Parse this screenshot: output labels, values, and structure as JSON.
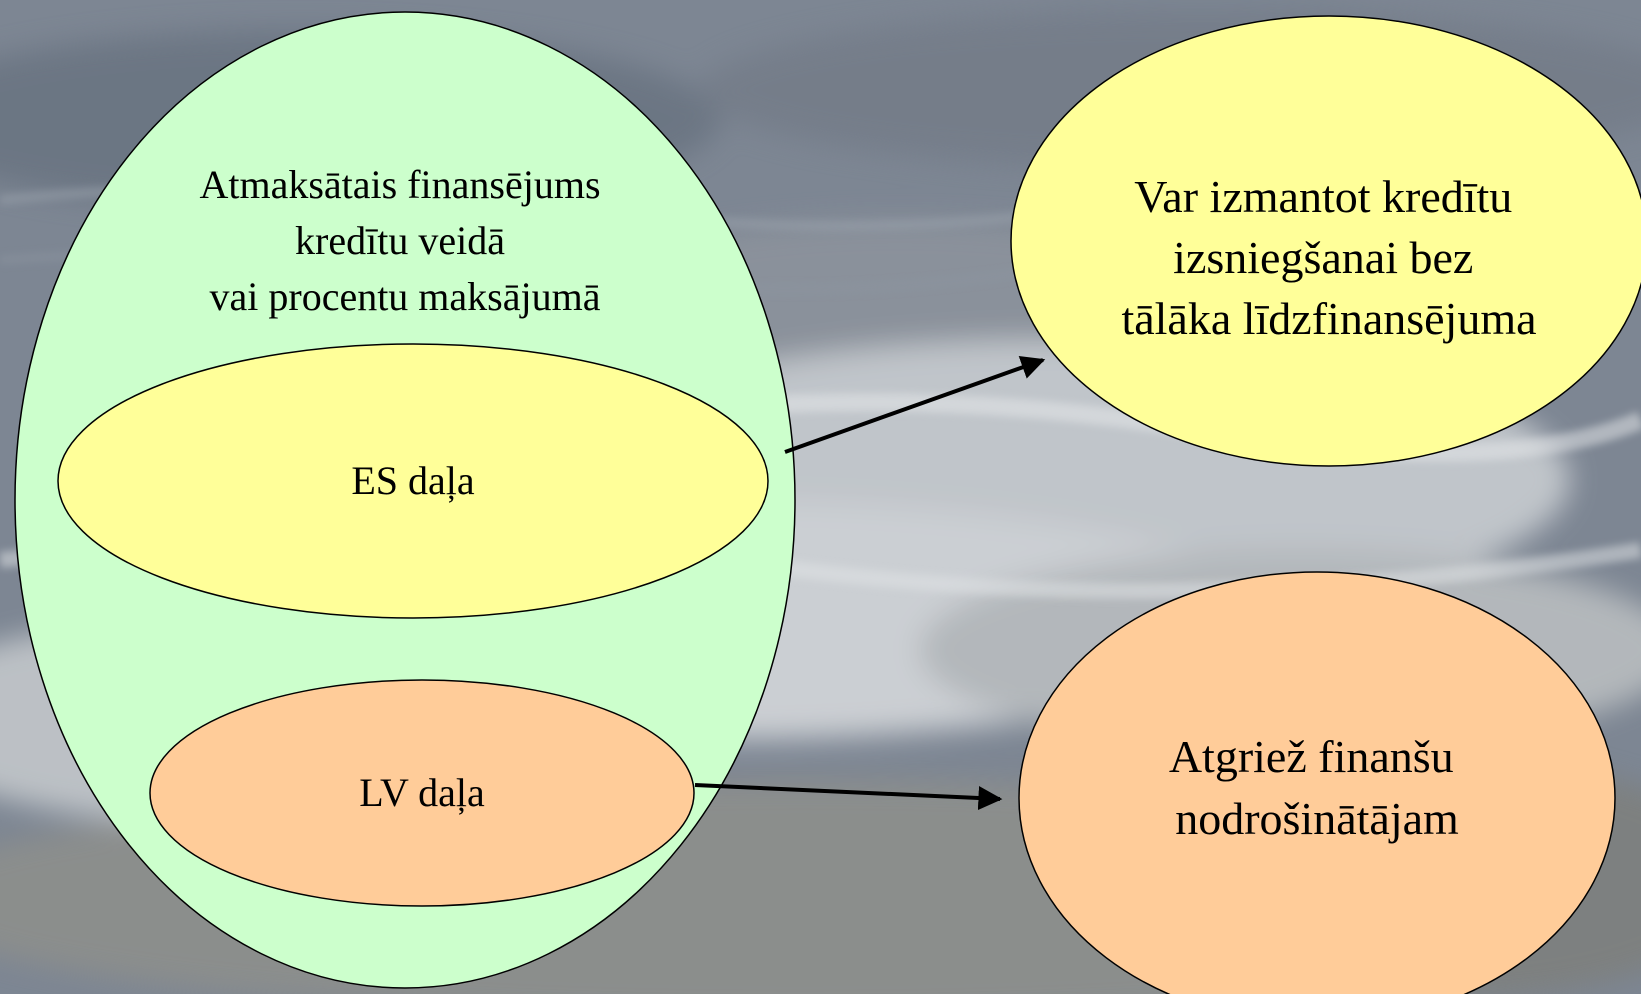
{
  "diagram": {
    "outer": {
      "lines": [
        "Atmaksātais finansējums",
        "kredītu veidā",
        "vai procentu maksājumā"
      ],
      "color": "#ccffcc"
    },
    "es_part": {
      "label": "ES daļa",
      "color": "#ffff99"
    },
    "lv_part": {
      "label": "LV daļa",
      "color": "#ffcc99"
    },
    "right_top": {
      "lines": [
        "Var izmantot kredītu",
        "izsniegšanai bez",
        "tālāka līdzfinansējuma"
      ],
      "color": "#ffff99"
    },
    "right_bottom": {
      "lines": [
        "Atgriež finanšu",
        "nodrošinātājam"
      ],
      "color": "#ffcc99"
    }
  }
}
